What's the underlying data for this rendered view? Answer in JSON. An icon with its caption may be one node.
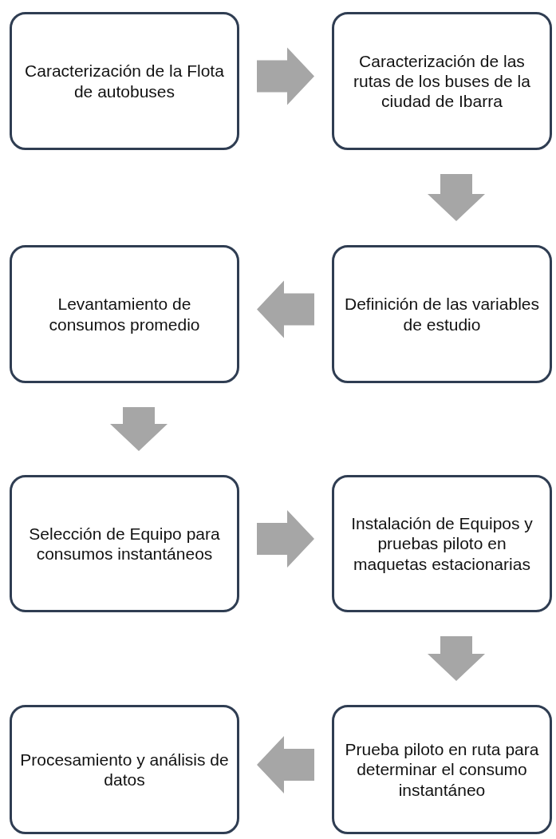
{
  "diagram": {
    "nodes": [
      {
        "text": [
          "Caracterización de la Flota de autobuses"
        ]
      },
      {
        "text": [
          "Caracterización de las rutas de los buses de la ciudad de Ibarra"
        ]
      },
      {
        "text": [
          "Levantamiento de consumos promedio"
        ]
      },
      {
        "text": [
          "Definición de las variables de estudio"
        ]
      },
      {
        "text": [
          "Selección de Equipo para consumos instantáneos"
        ]
      },
      {
        "text": [
          "Instalación de Equipos y pruebas piloto en maquetas estacionarias"
        ]
      },
      {
        "text": [
          "Procesamiento y análisis de datos"
        ]
      },
      {
        "text": [
          "Prueba piloto en ruta para determinar el consumo instantáneo"
        ]
      }
    ],
    "edges": [
      {
        "from": 0,
        "to": 1,
        "arrow": "to"
      },
      {
        "from": 1,
        "to": 3,
        "arrow": "to"
      },
      {
        "from": 3,
        "to": 2,
        "arrow": "to"
      },
      {
        "from": 2,
        "to": 4,
        "arrow": "to"
      },
      {
        "from": 4,
        "to": 5,
        "arrow": "to"
      },
      {
        "from": 5,
        "to": 7,
        "arrow": "to"
      },
      {
        "from": 7,
        "to": 6,
        "arrow": "to"
      }
    ]
  }
}
